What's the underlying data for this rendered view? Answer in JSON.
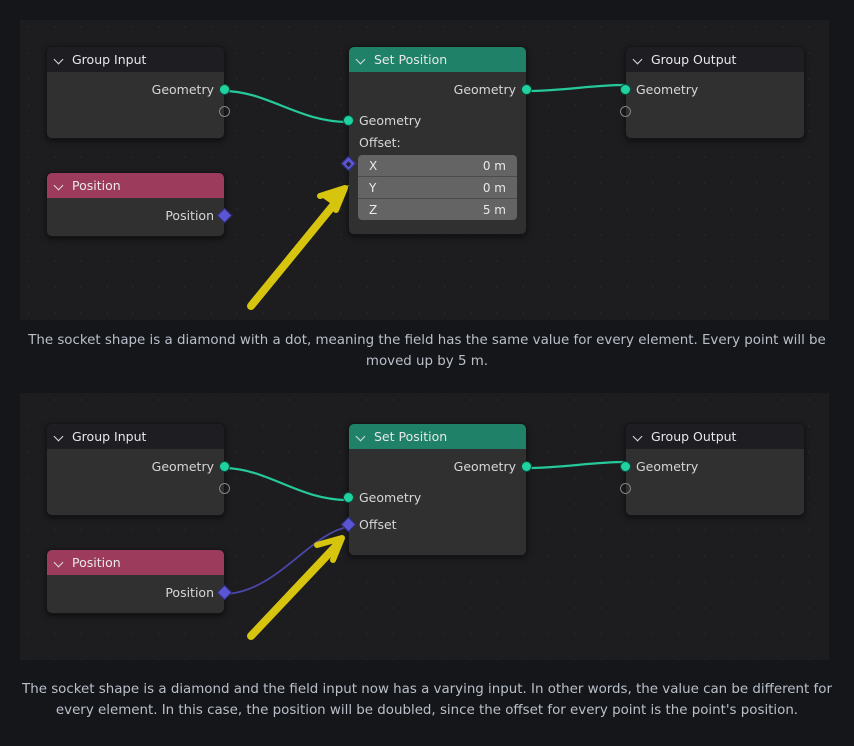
{
  "colors": {
    "page_background": "#15161a",
    "editor_background": "#1d1d20",
    "node_body": "#303030",
    "header_dark": "#1d1d22",
    "header_green": "#1e8168",
    "header_red": "#9d3b5c",
    "geometry_socket": "#1fd2a0",
    "field_socket": "#5b55d4",
    "arrow_yellow": "#d6c40f",
    "caption_text": "#b9c0c9",
    "wire_green": "#25c99a",
    "wire_purple": "#4a47a8"
  },
  "panels": [
    {
      "id": "panel-1",
      "nodes": {
        "group_input": {
          "title": "Group Input",
          "outputs": [
            {
              "label": "Geometry",
              "socket": "geometry-socket"
            },
            {
              "label": "",
              "socket": "empty-socket"
            }
          ]
        },
        "position": {
          "title": "Position",
          "outputs": [
            {
              "label": "Position",
              "socket": "field-diamond-socket"
            }
          ]
        },
        "set_position": {
          "title": "Set Position",
          "outputs": [
            {
              "label": "Geometry",
              "socket": "geometry-socket"
            }
          ],
          "inputs": [
            {
              "label": "Geometry",
              "socket": "geometry-socket"
            }
          ],
          "offset_label": "Offset:",
          "offset_socket": "field-diamond-dot-socket",
          "offset_values": [
            {
              "axis": "X",
              "value": "0 m"
            },
            {
              "axis": "Y",
              "value": "0 m"
            },
            {
              "axis": "Z",
              "value": "5 m"
            }
          ]
        },
        "group_output": {
          "title": "Group Output",
          "inputs": [
            {
              "label": "Geometry",
              "socket": "geometry-socket"
            },
            {
              "label": "",
              "socket": "empty-socket"
            }
          ]
        }
      },
      "annotation": {
        "kind": "arrow",
        "points_to": "offset-input-socket"
      },
      "caption": "The socket shape is a diamond with a dot, meaning the field has the same value for every element. Every point will be moved up by 5 m."
    },
    {
      "id": "panel-2",
      "nodes": {
        "group_input": {
          "title": "Group Input",
          "outputs": [
            {
              "label": "Geometry",
              "socket": "geometry-socket"
            },
            {
              "label": "",
              "socket": "empty-socket"
            }
          ]
        },
        "position": {
          "title": "Position",
          "outputs": [
            {
              "label": "Position",
              "socket": "field-diamond-socket"
            }
          ]
        },
        "set_position": {
          "title": "Set Position",
          "outputs": [
            {
              "label": "Geometry",
              "socket": "geometry-socket"
            }
          ],
          "inputs": [
            {
              "label": "Geometry",
              "socket": "geometry-socket"
            },
            {
              "label": "Offset",
              "socket": "field-diamond-socket"
            }
          ]
        },
        "group_output": {
          "title": "Group Output",
          "inputs": [
            {
              "label": "Geometry",
              "socket": "geometry-socket"
            },
            {
              "label": "",
              "socket": "empty-socket"
            }
          ]
        }
      },
      "annotation": {
        "kind": "arrow",
        "points_to": "offset-input-socket"
      },
      "caption": "The socket shape is a diamond and the field input now has a varying input. In other words, the value can be different for every element. In this case, the position will be doubled, since the offset for every point is the point's position."
    }
  ]
}
